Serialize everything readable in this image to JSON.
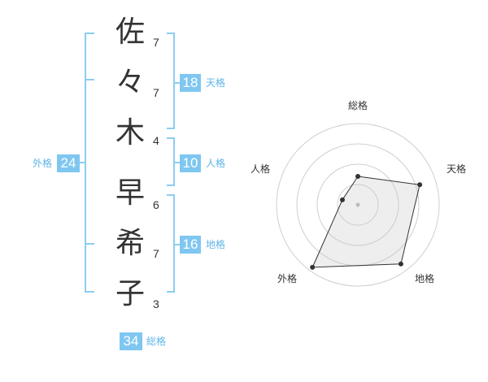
{
  "name": {
    "chars": [
      {
        "char": "佐",
        "strokes": "7"
      },
      {
        "char": "々",
        "strokes": "7"
      },
      {
        "char": "木",
        "strokes": "4"
      },
      {
        "char": "早",
        "strokes": "6"
      },
      {
        "char": "希",
        "strokes": "7"
      },
      {
        "char": "子",
        "strokes": "3"
      }
    ]
  },
  "fortunes": {
    "tenkaku": {
      "value": "18",
      "label": "天格"
    },
    "jinkaku": {
      "value": "10",
      "label": "人格"
    },
    "chikaku": {
      "value": "16",
      "label": "地格"
    },
    "gaikaku": {
      "value": "24",
      "label": "外格"
    },
    "soukaku": {
      "value": "34",
      "label": "総格"
    }
  },
  "colors": {
    "accent": "#7fc7f1",
    "accent_text": "#5fb4e8",
    "bracket": "#8ccdf2"
  },
  "chart_data": {
    "type": "radar",
    "axes": [
      "総格",
      "天格",
      "地格",
      "外格",
      "人格"
    ],
    "values": [
      0.35,
      0.8,
      0.9,
      0.95,
      0.2
    ],
    "max": 1,
    "rings": 4
  }
}
